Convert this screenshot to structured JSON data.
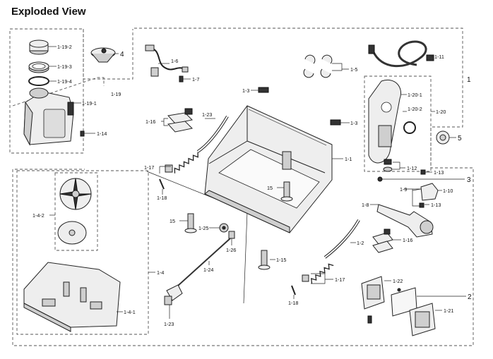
{
  "title": "Exploded View",
  "labels": {
    "l_1_19_2": "1-19-2",
    "l_1_19_3": "1-19-3",
    "l_1_19_4": "1-19-4",
    "l_1_19_1": "1-19-1",
    "l_1_19": "1-19",
    "l_1_14": "1-14",
    "l_4": "4",
    "l_1_6": "1-6",
    "l_1_7": "1-7",
    "l_1_5": "1-5",
    "l_1_11": "1-11",
    "l_1": "1",
    "l_1_3a": "1-3",
    "l_1_3b": "1-3",
    "l_1_16a": "1-16",
    "l_1_23a": "1-23",
    "l_1_17a": "1-17",
    "l_1_18a": "1-18",
    "l_1_20_1": "1-20-1",
    "l_1_20_2": "1-20-2",
    "l_1_20": "1-20",
    "l_5": "5",
    "l_1_1": "1-1",
    "l_1_12": "1-12",
    "l_1_13a": "1-13",
    "l_3": "3",
    "l_1_9": "1-9",
    "l_1_10": "1-10",
    "l_1_13b": "1-13",
    "l_1_8": "1-8",
    "l_15a": "15",
    "l_15b": "15",
    "l_1_25": "1-25",
    "l_1_26": "1-26",
    "l_1_24": "1-24",
    "l_1_4_2": "1-4-2",
    "l_1_4": "1-4",
    "l_1_4_1": "1-4-1",
    "l_1_15": "1-15",
    "l_1_2": "1-2",
    "l_1_16b": "1-16",
    "l_1_17b": "1-17",
    "l_1_18b": "1-18",
    "l_1_23b": "1-23",
    "l_1_22": "1-22",
    "l_2": "2",
    "l_1_21": "1-21"
  }
}
